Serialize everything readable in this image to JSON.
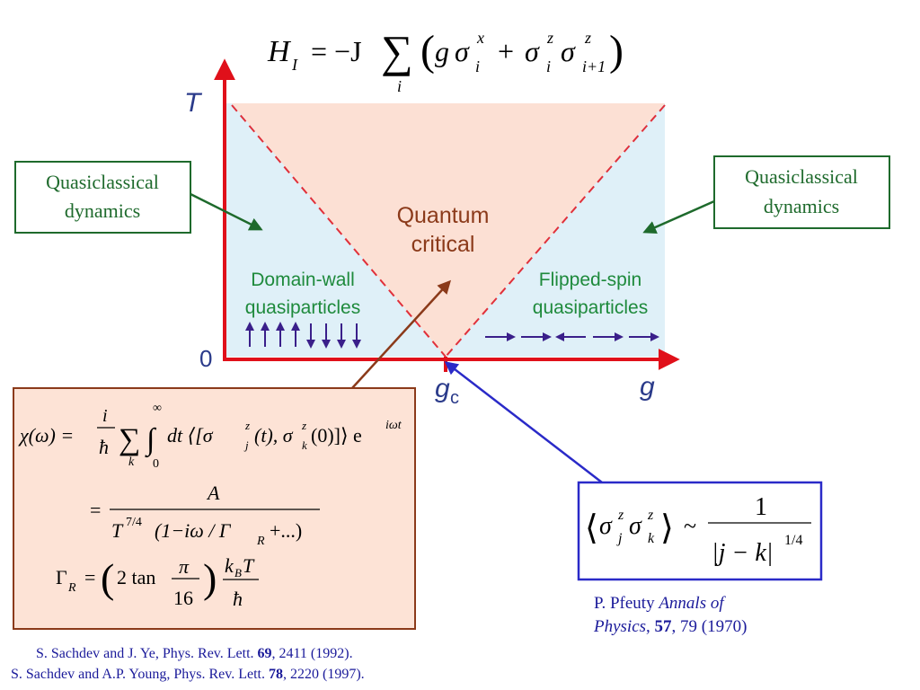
{
  "hamiltonian": {
    "H": "H",
    "I_sub": "I",
    "eq": "= −J",
    "sum": "∑",
    "sum_index": "i",
    "lparen": "(",
    "rparen": ")",
    "g": "g",
    "sigma": "σ",
    "plus": "+",
    "sup_x": "x",
    "sup_z": "z",
    "sub_i": "i",
    "sub_i1": "i+1"
  },
  "axes": {
    "T_label": "T",
    "g_label": "g",
    "origin_label": "0",
    "gc_main": "g",
    "gc_sub": "c"
  },
  "regions": {
    "quantum_critical": [
      "Quantum",
      "critical"
    ],
    "domain_wall": [
      "Domain-wall",
      "quasiparticles"
    ],
    "flipped_spin": [
      "Flipped-spin",
      "quasiparticles"
    ]
  },
  "callouts": {
    "left": [
      "Quasiclassical",
      "dynamics"
    ],
    "right": [
      "Quasiclassical",
      "dynamics"
    ]
  },
  "susceptibility": {
    "chi": "χ(ω) =",
    "i": "i",
    "hbar": "ħ",
    "sum": "∑",
    "k": "k",
    "integral": "∫",
    "inf": "∞",
    "zero": "0",
    "body": "dt ⟨[σ",
    "z": "z",
    "j": "j",
    "t_part": "(t), σ",
    "k2": "k",
    "zero_part": "(0)]⟩ e",
    "exp": "iωt",
    "eq2": "=",
    "A": "A",
    "denom": "T",
    "denom_exp": "7/4",
    "denom_rest": "(1−iω / Γ",
    "R": "R",
    "denom_end": "+...)",
    "gamma": "Γ",
    "gamma_eq": "=",
    "paren_open": "(",
    "paren_close": ")",
    "two_tan": "2 tan",
    "pi": "π",
    "sixteen": "16",
    "kB": "k",
    "B": "B",
    "T": "T",
    "hbar2": "ħ"
  },
  "correlator": {
    "lang": "⟨",
    "sigma": "σ",
    "z": "z",
    "j": "j",
    "k": "k",
    "rang": "⟩",
    "sim": "~",
    "one": "1",
    "denom": "|j − k|",
    "exp": "1/4"
  },
  "refs": {
    "pfeuty_line1_plain": "P. Pfeuty ",
    "pfeuty_line1_italic": "Annals of",
    "pfeuty_line2_italic": "Physics",
    "pfeuty_line2_sep": ", ",
    "pfeuty_line2_bold": "57",
    "pfeuty_line2_rest": ", 79 (1970)",
    "ref1_pre": "S. Sachdev and J. Ye, Phys. Rev. Lett. ",
    "ref1_bold": "69",
    "ref1_post": ", 2411 (1992).",
    "ref2_pre": "S. Sachdev and A.P. Young, Phys. Rev. Lett. ",
    "ref2_bold": "78",
    "ref2_post": ", 2220 (1997)."
  },
  "colors": {
    "axis": "#e0101a",
    "region_cold": "#dff0f8",
    "region_critical": "#fce0d4",
    "dashed": "#e0303a",
    "green_text": "#1e8a3c",
    "quantum_text": "#8b3a1a",
    "purple_arrows": "#3a1f8a",
    "formula_box_fill": "#fde3d6",
    "formula_box_border": "#8b3a1a",
    "correlator_border": "#2a2ac8",
    "ref_blue": "#1a1a9a"
  }
}
